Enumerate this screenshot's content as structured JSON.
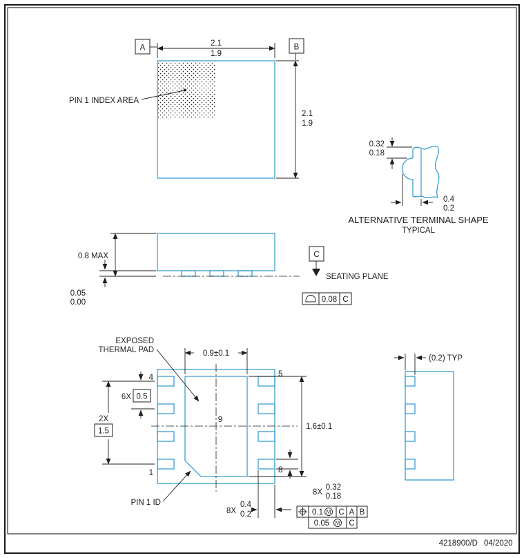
{
  "colors": {
    "outline_blue": "#3a9ed4",
    "line_black": "#1d1d1b"
  },
  "border": {
    "doc_number": "4218900/D",
    "date": "04/2020"
  },
  "top_view": {
    "datum_a": "A",
    "datum_b": "B",
    "width_upper": "2.1",
    "width_lower": "1.9",
    "height_upper": "2.1",
    "height_lower": "1.9",
    "pin1_index": "PIN 1 INDEX AREA"
  },
  "terminal_detail": {
    "thickness_upper": "0.32",
    "thickness_lower": "0.18",
    "width_upper": "0.4",
    "width_lower": "0.2",
    "title": "ALTERNATIVE TERMINAL SHAPE",
    "subtitle": "TYPICAL"
  },
  "side_view": {
    "height": "0.8 MAX",
    "standoff_upper": "0.05",
    "standoff_lower": "0.00",
    "datum_c": "C",
    "seating_plane": "SEATING PLANE",
    "flatness_tol": "0.08",
    "flatness_datum": "C"
  },
  "bottom_view": {
    "pad_label_1": "EXPOSED",
    "pad_label_2": "THERMAL PAD",
    "pad_width": "0.9±0.1",
    "pad_length": "1.6±0.1",
    "pin_1": "1",
    "pin_4": "4",
    "pin_5": "5",
    "pin_8": "8",
    "pin_9": "9",
    "pitch_qty": "6X",
    "pitch": "0.5",
    "row_qty": "2X",
    "row_span": "1.5",
    "pin1_id": "PIN 1 ID",
    "lead_len_qty": "8X",
    "lead_len_upper": "0.4",
    "lead_len_lower": "0.2",
    "lead_w_qty": "8X",
    "lead_w_upper": "0.32",
    "lead_w_lower": "0.18",
    "fcf1_tol": "0.1",
    "fcf1_mod": "M",
    "fcf1_d1": "C",
    "fcf1_d2": "A",
    "fcf1_d3": "B",
    "fcf2_tol": "0.05",
    "fcf2_mod": "M",
    "fcf2_d1": "C"
  },
  "end_view": {
    "lead_thickness": "(0.2) TYP"
  }
}
